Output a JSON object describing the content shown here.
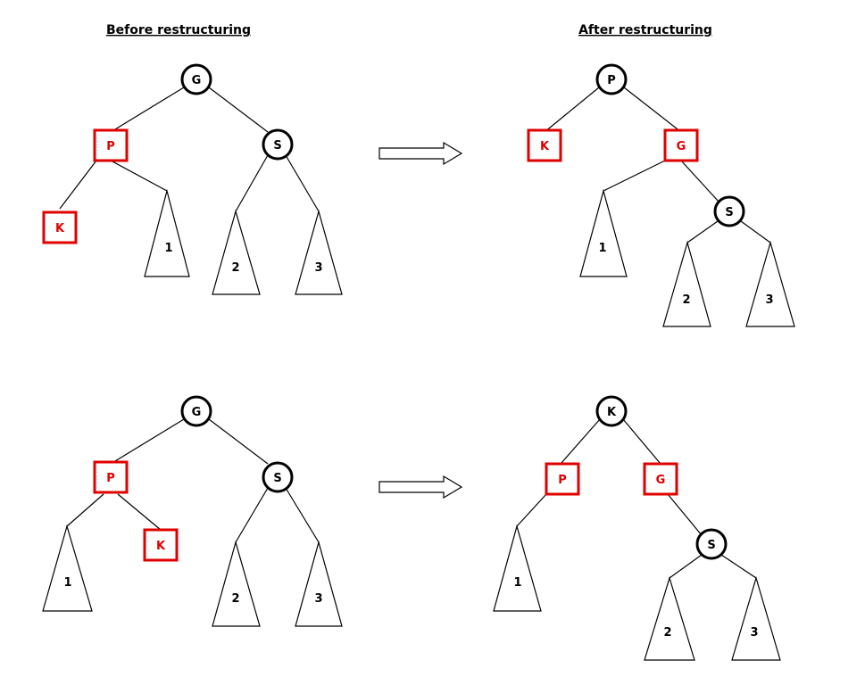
{
  "headings": {
    "before": "Before restructuring",
    "after": "After restructuring"
  },
  "colors": {
    "black_node": "#000000",
    "red_node": "#e00000"
  },
  "labels": {
    "G": "G",
    "P": "P",
    "S": "S",
    "K": "K",
    "t1": "1",
    "t2": "2",
    "t3": "3"
  }
}
